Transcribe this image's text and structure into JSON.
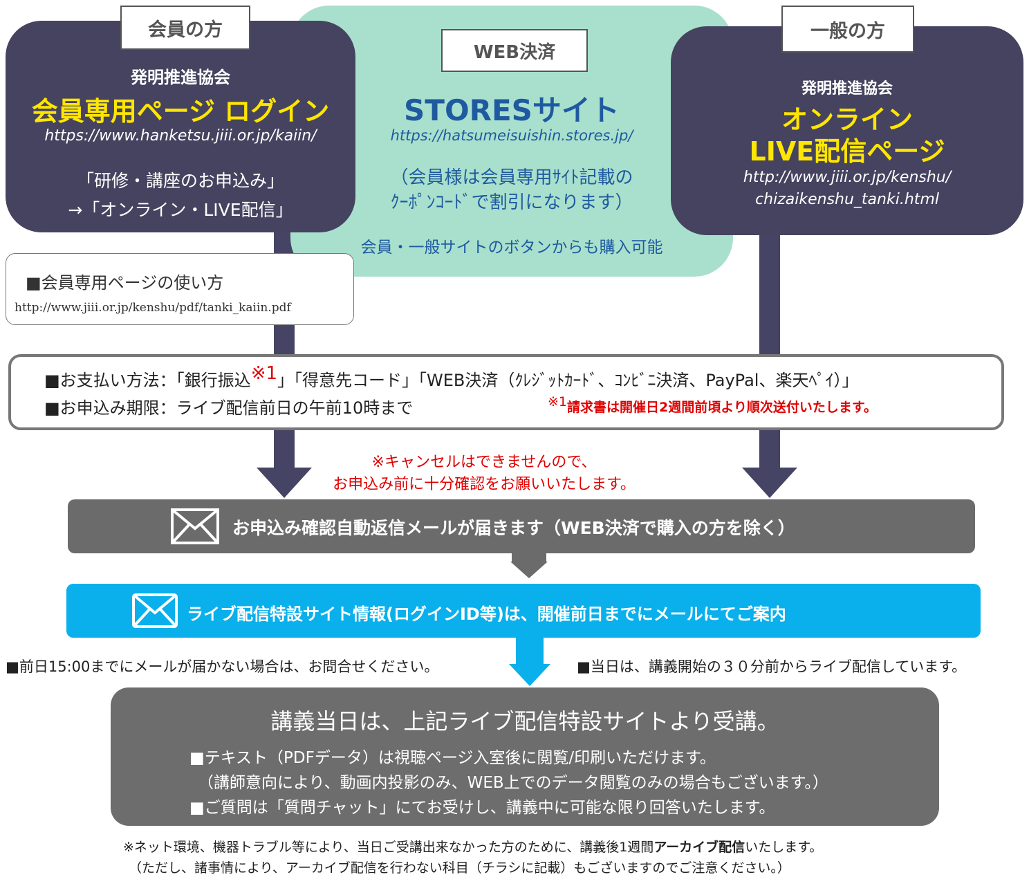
{
  "member": {
    "tag": "会員の方",
    "org": "発明推進協会",
    "title": "会員専用ページ ログイン",
    "url": "https://www.hanketsu.jiii.or.jp/kaiin/",
    "nav_line1": "「研修・講座のお申込み」",
    "nav_line2": "→「オンライン・LIVE配信」"
  },
  "web": {
    "tag": "WEB決済",
    "title": "STORESサイト",
    "url": "https://hatsumeisuishin.stores.jp/",
    "note_line1": "（会員様は会員専用ｻｲﾄ記載の",
    "note_line2": "ｸｰﾎﾟﾝｺｰﾄﾞで割引になります）",
    "also": "会員・一般サイトのボタンからも購入可能"
  },
  "general": {
    "tag": "一般の方",
    "org": "発明推進協会",
    "title_line1": "オンライン",
    "title_line2": "LIVE配信ページ",
    "url_line1": "http://www.jiii.or.jp/kenshu/",
    "url_line2": "chizaikenshu_tanki.html"
  },
  "howto": {
    "title": "■会員専用ページの使い方",
    "url": "http://www.jiii.or.jp/kenshu/pdf/tanki_kaiin.pdf"
  },
  "payment": {
    "line1_a": "■お支払い方法：「銀行振込",
    "line1_sup": "※1",
    "line1_b": "」「得意先コード」「WEB決済（ｸﾚｼﾞｯﾄｶｰﾄﾞ、ｺﾝﾋﾞﾆ決済、PayPal、楽天ﾍﾟｲ）」",
    "line2": "■お申込み期限：ライブ配信前日の午前10時まで",
    "note_sup": "※1",
    "note": "請求書は開催日2週間前頃より順次送付いたします。"
  },
  "cancel": {
    "line1": "※キャンセルはできませんので、",
    "line2": "お申込み前に十分確認をお願いいたします。"
  },
  "step1": {
    "text": "お申込み確認自動返信メールが届きます（WEB決済で購入の方を除く）"
  },
  "step2": {
    "text": "ライブ配信特設サイト情報(ログインID等)は、開催前日までにメールにてご案内"
  },
  "side_notes": {
    "left": "■前日15:00までにメールが届かない場合は、お問合せください。",
    "right": "■当日は、講義開始の３０分前からライブ配信しています。"
  },
  "final": {
    "heading": "講義当日は、上記ライブ配信特設サイトより受講。",
    "item1": "■テキスト（PDFデータ）は視聴ページ入室後に閲覧/印刷いただけます。",
    "item1_sub": "（講師意向により、動画内投影のみ、WEB上でのデータ閲覧のみの場合もございます。）",
    "item2": "■ご質問は「質問チャット」にてお受けし、講義中に可能な限り回答いたします。"
  },
  "footer": {
    "line1_a": "※ネット環境、機器トラブル等により、当日ご受講出来なかった方のために、講義後1週間",
    "line1_bold": "アーカイブ配信",
    "line1_b": "いたします。",
    "line2": "（ただし、諸事情により、アーカイブ配信を行わない科目（チラシに記載）もございますのでご注意ください。）"
  },
  "colors": {
    "dark_panel": "#45435f",
    "green_panel": "#a9e0cd",
    "yellow_text": "#ffe600",
    "blue_text": "#1f5aa0",
    "gray_band": "#6b6b6b",
    "blue_band": "#0ab0ec",
    "red_text": "#e00000"
  },
  "icons": [
    "envelope-icon",
    "envelope-icon-white"
  ]
}
